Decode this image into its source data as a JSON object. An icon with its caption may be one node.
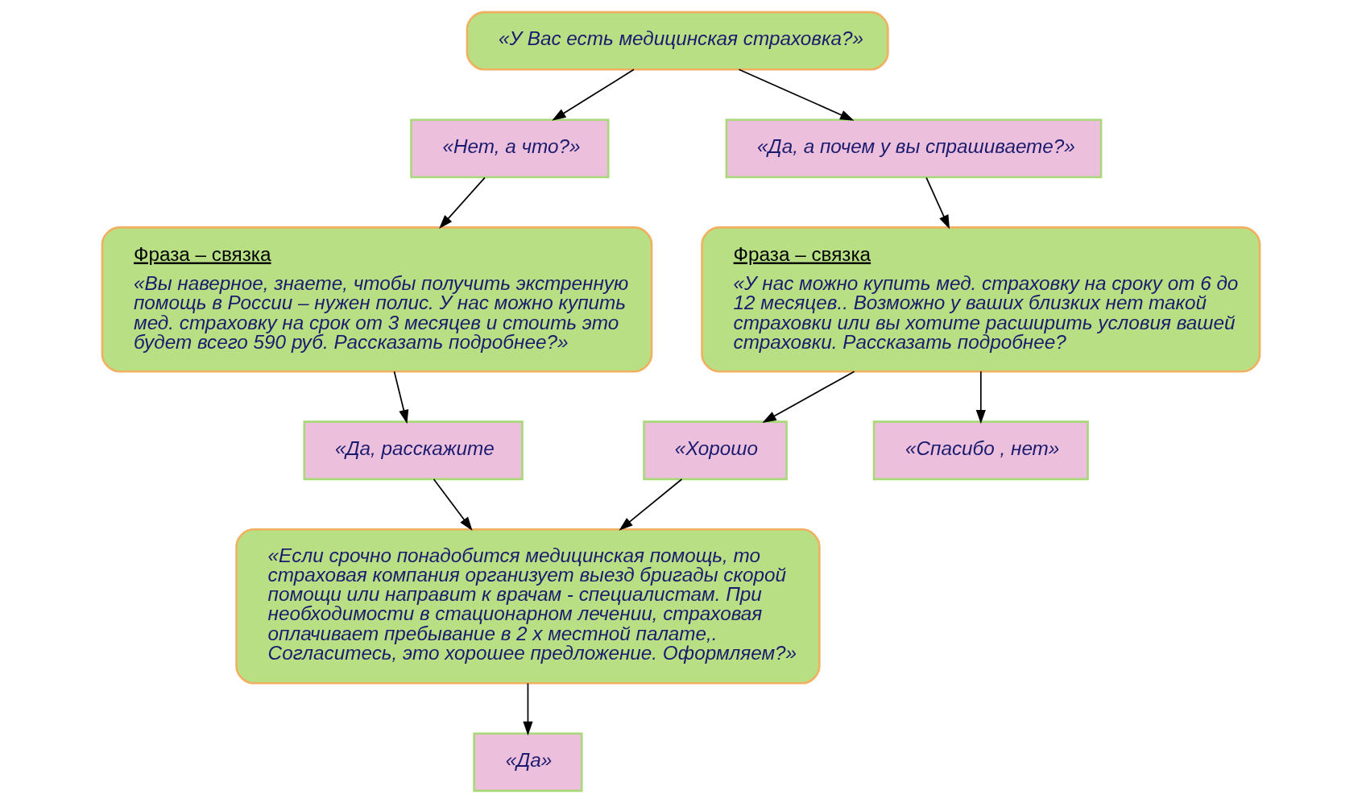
{
  "diagram": {
    "nodes": [
      {
        "text": [
          "«У Вас есть медицинская страховка?»"
        ]
      },
      {
        "text": [
          "«Нет, а что?»"
        ]
      },
      {
        "text": [
          "«Да, а почем у вы спрашиваете?»"
        ]
      },
      {
        "text": [
          "Фраза – связка",
          "«Вы наверное, знаете, чтобы получить экстренную помощь в России – нужен полис. У нас можно купить мед. страховку на срок от 3 месяцев и стоить это будет всего 590 руб. Рассказать подробнее?»"
        ]
      },
      {
        "text": [
          "Фраза – связка",
          "«У нас можно купить мед. страховку на сроку от 6 до 12 месяцев.. Возможно у ваших близких нет такой страховки или вы хотите расширить условия вашей страховки. Рассказать подробнее?"
        ]
      },
      {
        "text": [
          "«Да, расскажите"
        ]
      },
      {
        "text": [
          "«Хорошо"
        ]
      },
      {
        "text": [
          "«Спасибо , нет»"
        ]
      },
      {
        "text": [
          "«Если срочно понадобится медицинская помощь, то страховая компания организует выезд бригады скорой помощи или направит к врачам - специалистам. При необходимости в стационарном лечении, страховая оплачивает пребывание в 2 х местной палате,. Согласитесь, это хорошее предложение. Оформляем?»"
        ]
      },
      {
        "text": [
          "«Да»"
        ]
      }
    ],
    "edges": [
      {
        "from": 0,
        "to": 1,
        "arrow": "to"
      },
      {
        "from": 0,
        "to": 2,
        "arrow": "to"
      },
      {
        "from": 1,
        "to": 3,
        "arrow": "to"
      },
      {
        "from": 2,
        "to": 4,
        "arrow": "to"
      },
      {
        "from": 3,
        "to": 5,
        "arrow": "to"
      },
      {
        "from": 4,
        "to": 6,
        "arrow": "to"
      },
      {
        "from": 4,
        "to": 7,
        "arrow": "to"
      },
      {
        "from": 5,
        "to": 8,
        "arrow": "to"
      },
      {
        "from": 6,
        "to": 8,
        "arrow": "to"
      },
      {
        "from": 8,
        "to": 9,
        "arrow": "to"
      }
    ]
  }
}
